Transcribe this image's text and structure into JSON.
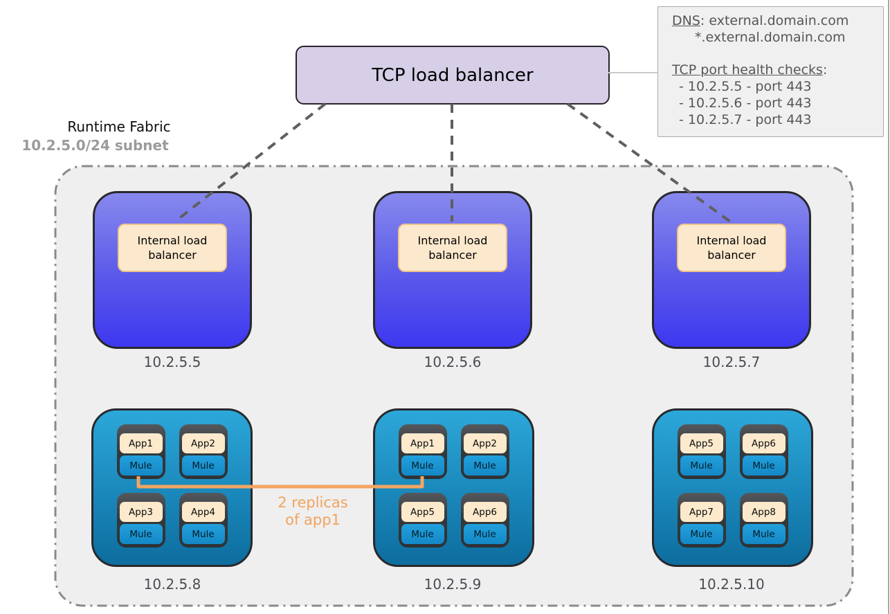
{
  "tcp_lb": {
    "label": "TCP load balancer"
  },
  "info_box": {
    "dns_label": "DNS",
    "dns_sep": ": ",
    "dns_value": "external.domain.com",
    "dns_wildcard": "*.external.domain.com",
    "health_title": "TCP port health checks",
    "health_sep": ":",
    "checks": [
      "- 10.2.5.5 - port 443",
      "- 10.2.5.6 - port 443",
      "- 10.2.5.7 - port 443"
    ]
  },
  "fabric": {
    "title": "Runtime Fabric",
    "subnet": "10.2.5.0/24 subnet"
  },
  "lb_nodes": [
    {
      "ip": "10.2.5.5",
      "label": "Internal load balancer"
    },
    {
      "ip": "10.2.5.6",
      "label": "Internal load balancer"
    },
    {
      "ip": "10.2.5.7",
      "label": "Internal load balancer"
    }
  ],
  "app_nodes": [
    {
      "ip": "10.2.5.8",
      "apps": [
        "App1",
        "App2",
        "App3",
        "App4"
      ]
    },
    {
      "ip": "10.2.5.9",
      "apps": [
        "App1",
        "App2",
        "App5",
        "App6"
      ]
    },
    {
      "ip": "10.2.5.10",
      "apps": [
        "App5",
        "App6",
        "App7",
        "App8"
      ]
    }
  ],
  "labels": {
    "mule": "Mule",
    "replica_line1": "2 replicas",
    "replica_line2": "of app1"
  },
  "colors": {
    "lb_node_top": "#8789ed",
    "lb_node_bottom": "#3d38f0",
    "app_node_top": "#2ca7d9",
    "app_node_bottom": "#0d6d9e",
    "tcp_box_fill": "#d7cfe8",
    "ilb_fill": "#fce9cd",
    "ilb_border": "#eec489",
    "mule_fill": "#1b96d4",
    "app_fill": "#fdeacd",
    "replica_accent": "#f2a35e",
    "connector_gray": "#5f5f5f",
    "fabric_fill": "#efeff0",
    "fabric_border": "#8a8a8a"
  }
}
